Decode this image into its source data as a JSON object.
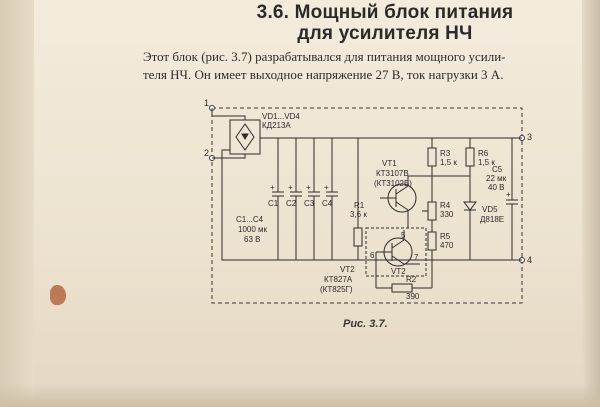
{
  "heading": {
    "line1": "3.6. Мощный блок питания",
    "line2": "для усилителя НЧ"
  },
  "paragraph": {
    "line1": "Этот блок (рис. 3.7) разрабатывался для питания мощного усили-",
    "line2": "теля НЧ. Он имеет выходное напряжение 27 В, ток нагрузки 3 А."
  },
  "schematic": {
    "terminals": {
      "t1": "1",
      "t2": "2",
      "t3": "3",
      "t4": "4"
    },
    "bridge_label_1": "VD1...VD4",
    "bridge_label_2": "КД213А",
    "caps": [
      "C1",
      "C2",
      "C3",
      "C4"
    ],
    "caps_value_1": "C1...C4",
    "caps_value_2": "1000 мк",
    "caps_value_3": "63 В",
    "vt1_1": "VT1",
    "vt1_2": "КТ3107В",
    "vt1_3": "(КТ3102Б)",
    "r1_1": "R1",
    "r1_2": "3,6 к",
    "r3_1": "R3",
    "r3_2": "1,5 к",
    "r6_1": "R6",
    "r6_2": "1,5 к",
    "c5_1": "C5",
    "c5_2": "22 мк",
    "c5_3": "40 В",
    "r4_1": "R4",
    "r4_2": "330",
    "vd5_1": "VD5",
    "vd5_2": "Д818Е",
    "r5_1": "R5",
    "r5_2": "470",
    "vt2_inner": "VT2",
    "vt2_pin5": "5",
    "vt2_pin6": "6",
    "vt2_pin7": "7",
    "vt2_1": "VT2",
    "vt2_2": "КТ827А",
    "vt2_3": "(КТ825Г)",
    "r2_1": "R2",
    "r2_2": "390",
    "plus": "+"
  },
  "caption": "Рис. 3.7."
}
